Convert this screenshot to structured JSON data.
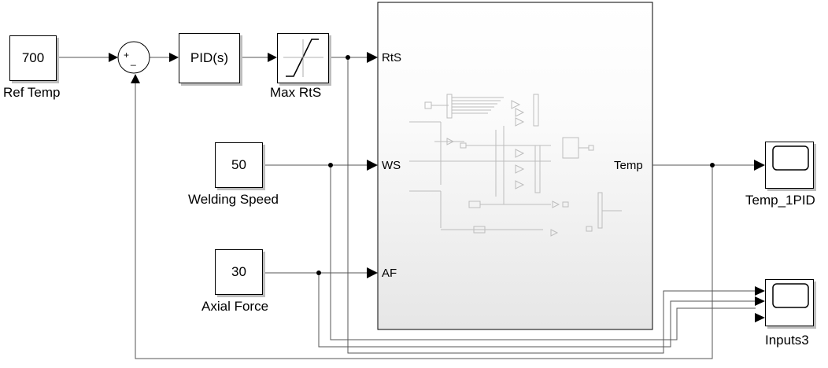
{
  "ref_temp": {
    "value": "700",
    "label": "Ref Temp"
  },
  "sum": {
    "plus": "+",
    "minus": "_"
  },
  "pid": {
    "label": "PID(s)"
  },
  "saturation": {
    "label": "Max RtS"
  },
  "welding_speed": {
    "value": "50",
    "label": "Welding Speed"
  },
  "axial_force": {
    "value": "30",
    "label": "Axial Force"
  },
  "subsystem": {
    "in_ports": [
      "RtS",
      "WS",
      "AF"
    ],
    "out_port": "Temp"
  },
  "scope_temp": {
    "label": "Temp_1PID"
  },
  "scope_inputs": {
    "label": "Inputs3"
  }
}
